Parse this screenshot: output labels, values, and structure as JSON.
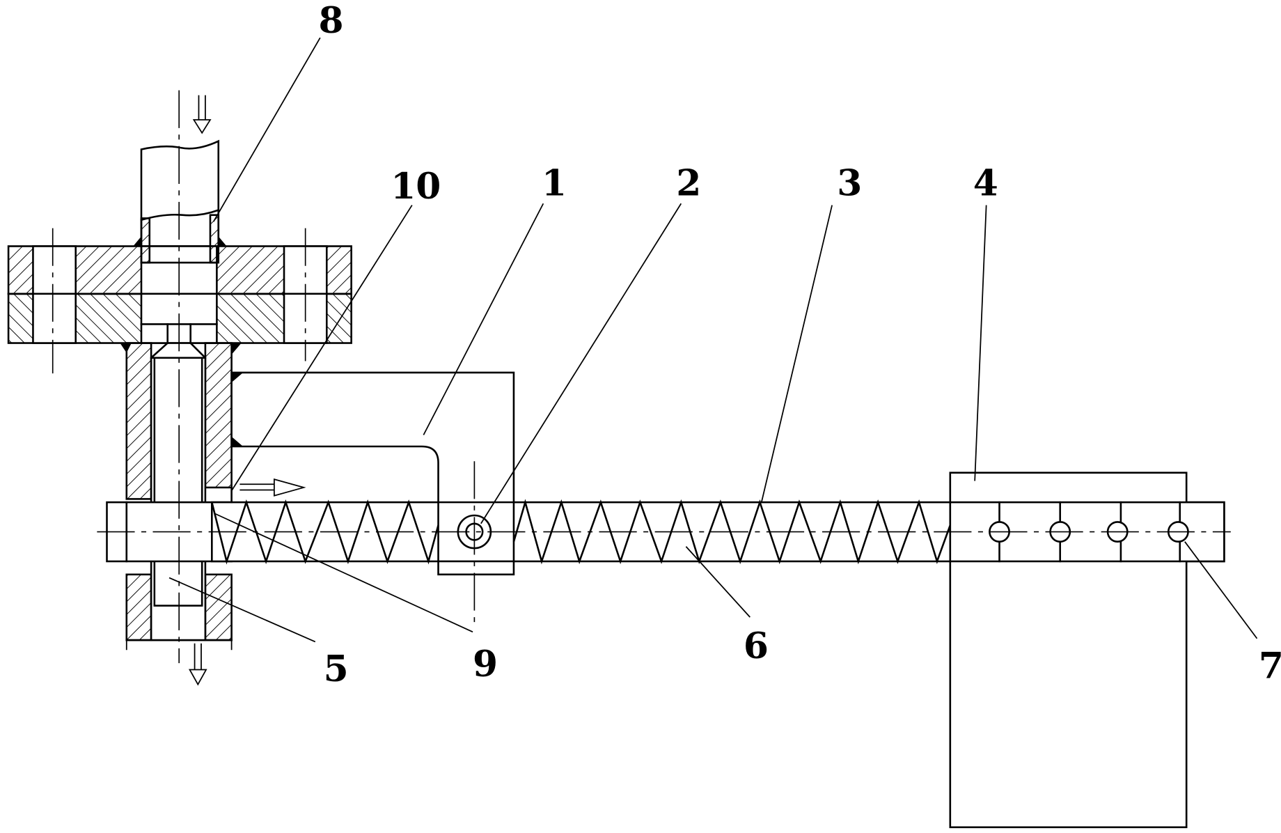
{
  "callouts": [
    {
      "id": "1",
      "text": "1"
    },
    {
      "id": "2",
      "text": "2"
    },
    {
      "id": "3",
      "text": "3"
    },
    {
      "id": "4",
      "text": "4"
    },
    {
      "id": "5",
      "text": "5"
    },
    {
      "id": "6",
      "text": "6"
    },
    {
      "id": "7",
      "text": "7"
    },
    {
      "id": "8",
      "text": "8"
    },
    {
      "id": "9",
      "text": "9"
    },
    {
      "id": "10",
      "text": "10"
    }
  ],
  "flow_arrows": [
    {
      "name": "inlet-arrow",
      "direction": "down"
    },
    {
      "name": "outlet-arrow",
      "direction": "down"
    },
    {
      "name": "side-arrow",
      "direction": "right"
    }
  ],
  "colors": {
    "line": "#000000",
    "background": "#ffffff"
  }
}
